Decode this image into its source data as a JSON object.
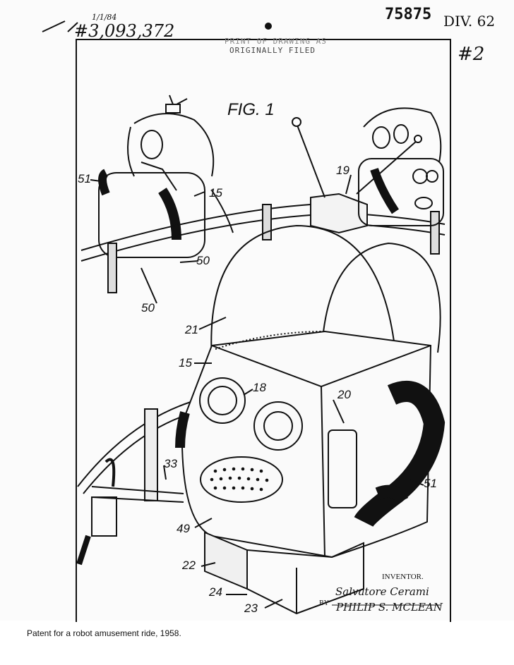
{
  "header": {
    "patent_number": "#3,093,372",
    "stamp_line1": "PRINT OF DRAWING AS",
    "stamp_line2": "ORIGINALLY FILED",
    "division": "DIV. 62",
    "top_code": "75875",
    "sheet_mark": "#2",
    "scribble": "1/1/84"
  },
  "figure": {
    "title": "FIG. 1",
    "labels": [
      {
        "id": "51a",
        "text": "51"
      },
      {
        "id": "15a",
        "text": "15"
      },
      {
        "id": "19",
        "text": "19"
      },
      {
        "id": "50a",
        "text": "50"
      },
      {
        "id": "50b",
        "text": "50"
      },
      {
        "id": "21",
        "text": "21"
      },
      {
        "id": "15b",
        "text": "15"
      },
      {
        "id": "18",
        "text": "18"
      },
      {
        "id": "20",
        "text": "20"
      },
      {
        "id": "33",
        "text": "33"
      },
      {
        "id": "51b",
        "text": "51"
      },
      {
        "id": "49",
        "text": "49"
      },
      {
        "id": "22",
        "text": "22"
      },
      {
        "id": "24",
        "text": "24"
      },
      {
        "id": "23",
        "text": "23"
      }
    ]
  },
  "signature": {
    "inventor_heading": "INVENTOR.",
    "inventor_signature": "Salvatore Cerami",
    "by": "BY",
    "attorney": "PHILIP S. MCLEAN"
  },
  "caption": "Patent for a robot amusement ride, 1958."
}
